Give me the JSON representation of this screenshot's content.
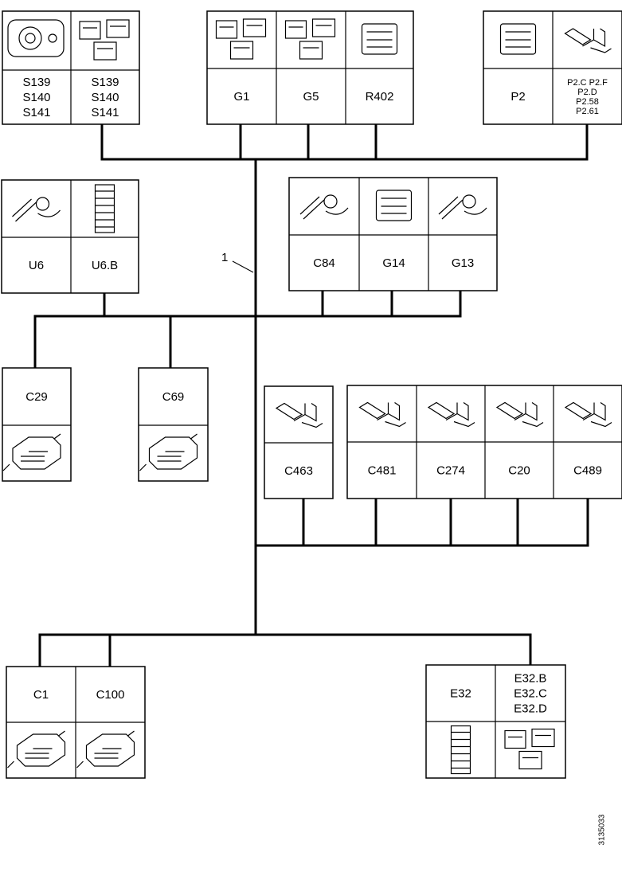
{
  "wire_label": "1",
  "document_id": "3135033",
  "groups": {
    "s_switch": [
      {
        "id": "light-switch",
        "labels": [
          "S139",
          "S140",
          "S141"
        ]
      },
      {
        "id": "switch-connectors",
        "labels": [
          "S139",
          "S140",
          "S141"
        ]
      }
    ],
    "g1_g5_r402": [
      {
        "id": "g1",
        "labels": [
          "G1"
        ]
      },
      {
        "id": "g5",
        "labels": [
          "G5"
        ]
      },
      {
        "id": "r402",
        "labels": [
          "R402"
        ]
      }
    ],
    "p2": [
      {
        "id": "p2",
        "labels": [
          "P2"
        ]
      },
      {
        "id": "p2-pins",
        "labels": [
          "P2.C  P2.F",
          "P2.D",
          "P2.58",
          "P2.61"
        ]
      }
    ],
    "u6": [
      {
        "id": "u6",
        "labels": [
          "U6"
        ]
      },
      {
        "id": "u6b",
        "labels": [
          "U6.B"
        ]
      }
    ],
    "c84_group": [
      {
        "id": "c84",
        "labels": [
          "C84"
        ]
      },
      {
        "id": "g14",
        "labels": [
          "G14"
        ]
      },
      {
        "id": "g13",
        "labels": [
          "G13"
        ]
      }
    ],
    "c29": [
      {
        "id": "c29",
        "labels": [
          "C29"
        ]
      }
    ],
    "c69": [
      {
        "id": "c69",
        "labels": [
          "C69"
        ]
      }
    ],
    "c463": [
      {
        "id": "c463",
        "labels": [
          "C463"
        ]
      }
    ],
    "terminals": [
      {
        "id": "c481",
        "labels": [
          "C481"
        ]
      },
      {
        "id": "c274",
        "labels": [
          "C274"
        ]
      },
      {
        "id": "c20",
        "labels": [
          "C20"
        ]
      },
      {
        "id": "c489",
        "labels": [
          "C489"
        ]
      }
    ],
    "c1_c100": [
      {
        "id": "c1",
        "labels": [
          "C1"
        ]
      },
      {
        "id": "c100",
        "labels": [
          "C100"
        ]
      }
    ],
    "e32": [
      {
        "id": "e32",
        "labels": [
          "E32"
        ]
      },
      {
        "id": "e32-sub",
        "labels": [
          "E32.B",
          "E32.C",
          "E32.D"
        ]
      }
    ]
  }
}
